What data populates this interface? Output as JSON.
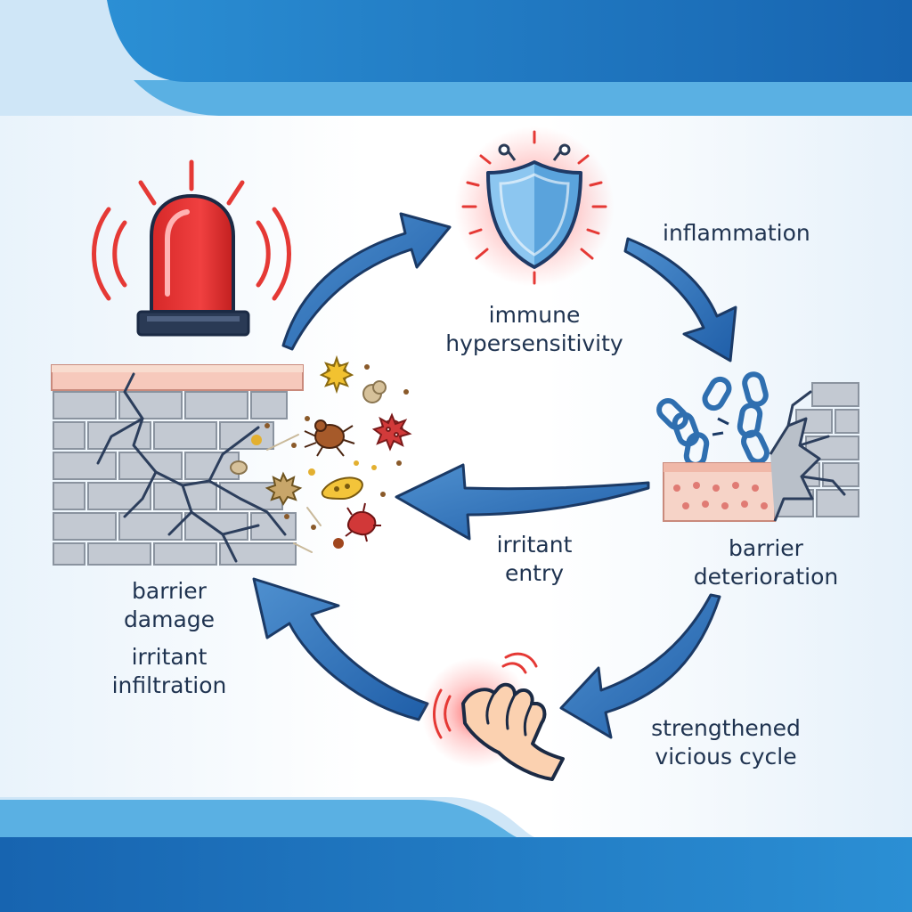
{
  "diagram": {
    "labels": {
      "inflammation": "inflammation",
      "immune_line1": "immune",
      "immune_line2": "hypersensitivity",
      "barrier_deterioration_line1": "barrier",
      "barrier_deterioration_line2": "deterioration",
      "irritant_entry_line1": "irritant",
      "irritant_entry_line2": "entry",
      "barrier_damage_line1": "barrier",
      "barrier_damage_line2": "damage",
      "irritant_infiltration_line1": "irritant",
      "irritant_infiltration_line2": "infiltration",
      "strengthened_line1": "strengthened",
      "strengthened_line2": "vicious cycle"
    },
    "icons": [
      "alarm-light-icon",
      "shield-icon",
      "broken-chain-icon",
      "cracked-brick-wall-icon",
      "germs-icon",
      "itching-hand-icon",
      "cycle-arrow-icon"
    ],
    "colors": {
      "banner_blue": "#1e6fb8",
      "banner_light": "#5aaee0",
      "arrow_blue": "#2d6fb5",
      "arrow_outline": "#1b3a66",
      "alarm_red": "#e53935",
      "text": "#1f3350",
      "brick_gray": "#b8bfc8",
      "skin_pink": "#f3c9bf"
    }
  }
}
